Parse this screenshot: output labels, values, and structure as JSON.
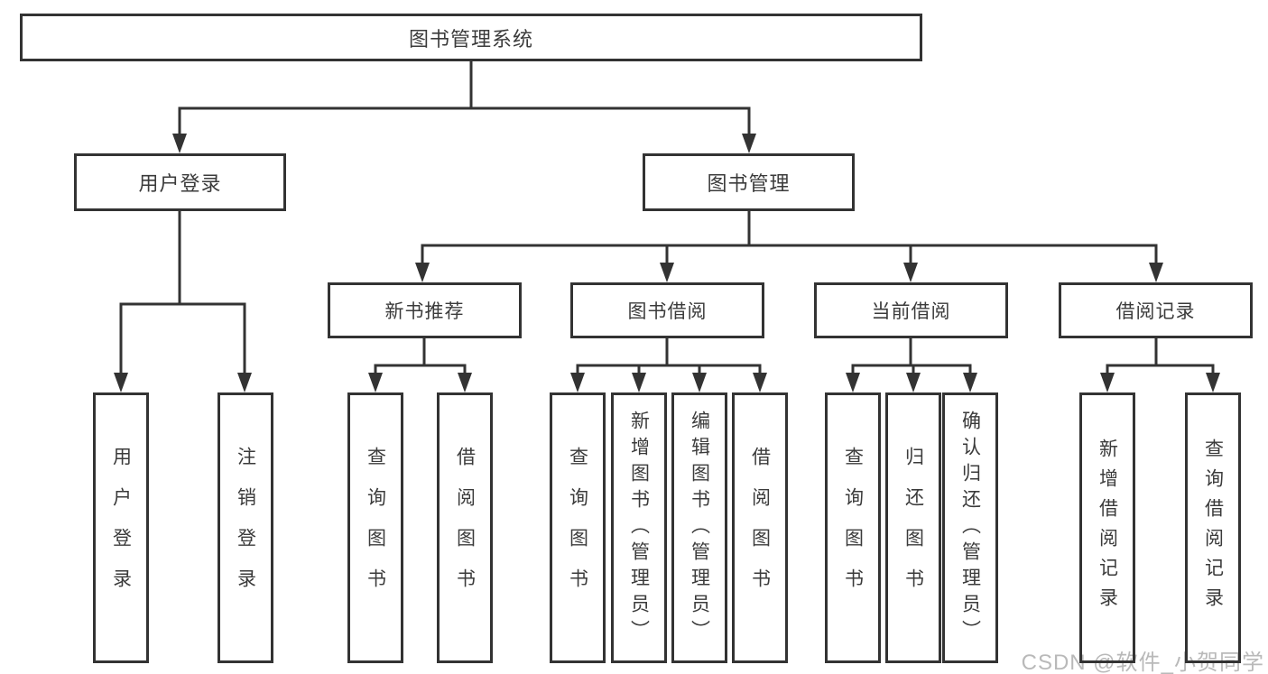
{
  "diagram": {
    "root": "图书管理系统",
    "level2": {
      "user_login": "用户登录",
      "book_mgmt": "图书管理"
    },
    "level3": {
      "new_rec": "新书推荐",
      "borrow": "图书借阅",
      "current": "当前借阅",
      "record": "借阅记录"
    },
    "leaves": {
      "login": "用户登录",
      "logout": "注销登录",
      "rec_query": "查询图书",
      "rec_borrow": "借阅图书",
      "bor_query": "查询图书",
      "bor_add": "新增图书（管理员）",
      "bor_edit": "编辑图书（管理员）",
      "bor_borrow": "借阅图书",
      "cur_query": "查询图书",
      "cur_return": "归还图书",
      "cur_confirm": "确认归还（管理员）",
      "rcd_add": "新增借阅记录",
      "rcd_query": "查询借阅记录"
    }
  },
  "watermark": "CSDN @软件_小贺同学",
  "colors": {
    "line": "#333333",
    "box_border": "#333333",
    "text": "#3b3b3b",
    "watermark": "#b9b9b9",
    "background": "#ffffff"
  }
}
